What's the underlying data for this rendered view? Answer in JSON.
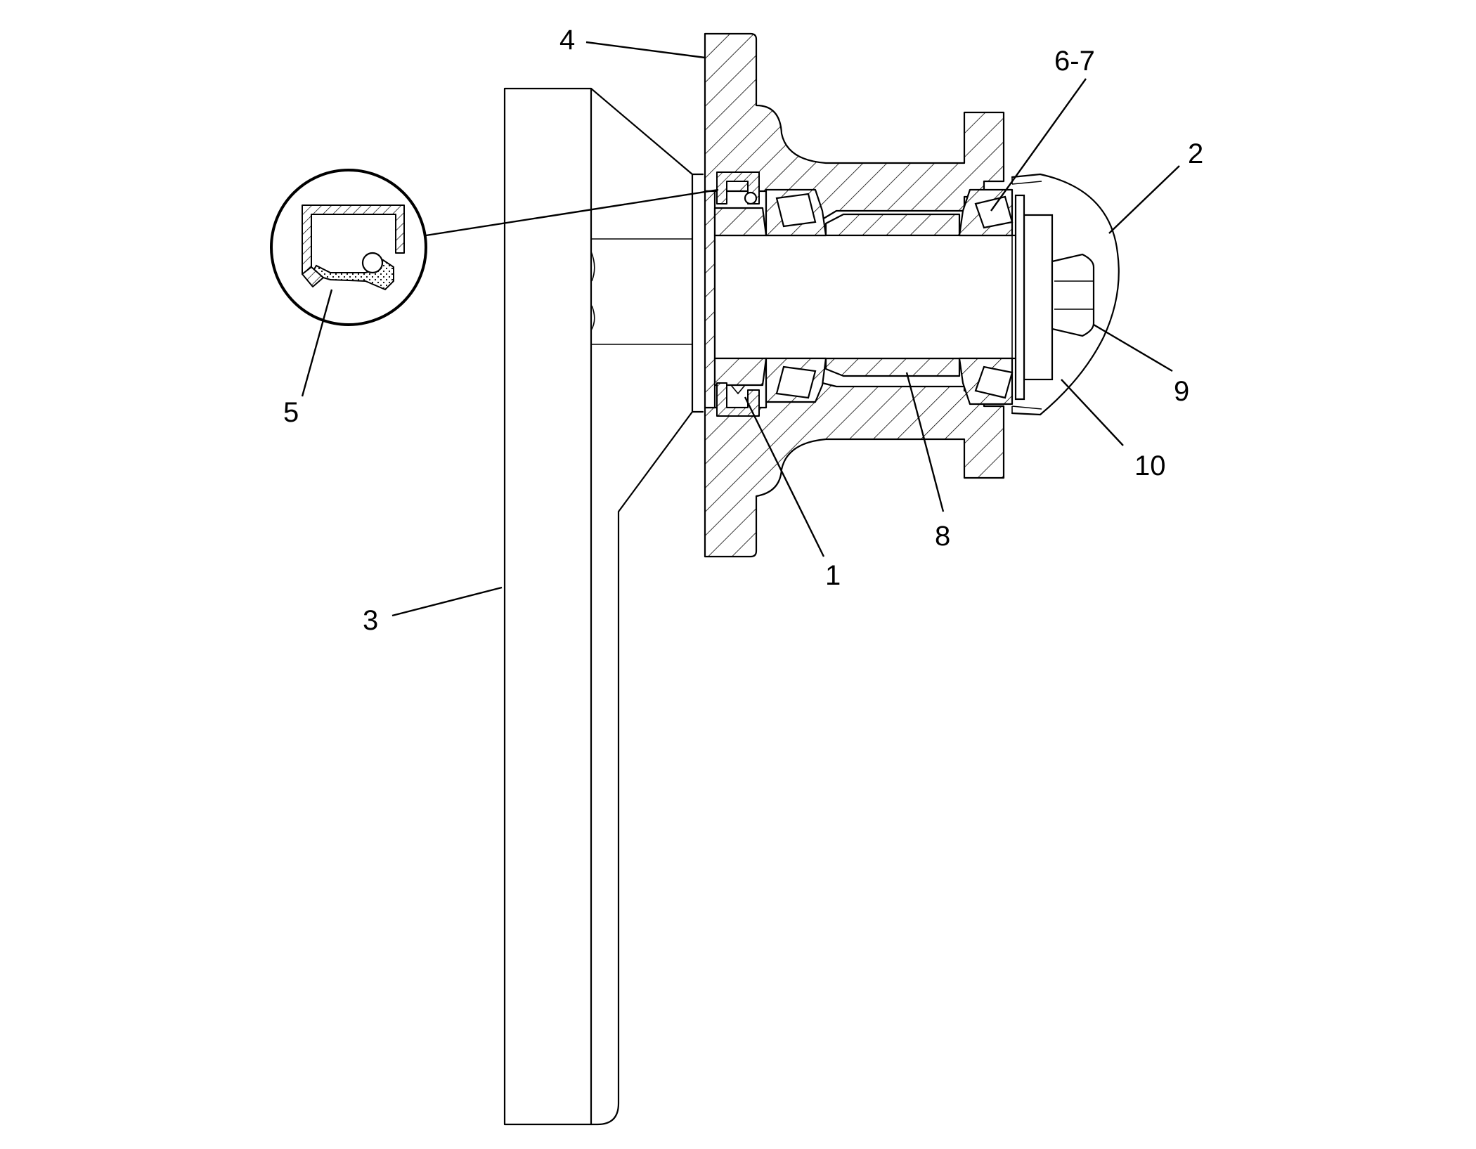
{
  "callouts": {
    "c1": "1",
    "c2": "2",
    "c3": "3",
    "c4": "4",
    "c5": "5",
    "c6_7": "6-7",
    "c8": "8",
    "c9": "9",
    "c10": "10"
  },
  "colors": {
    "line": "#000000",
    "background": "#ffffff"
  }
}
